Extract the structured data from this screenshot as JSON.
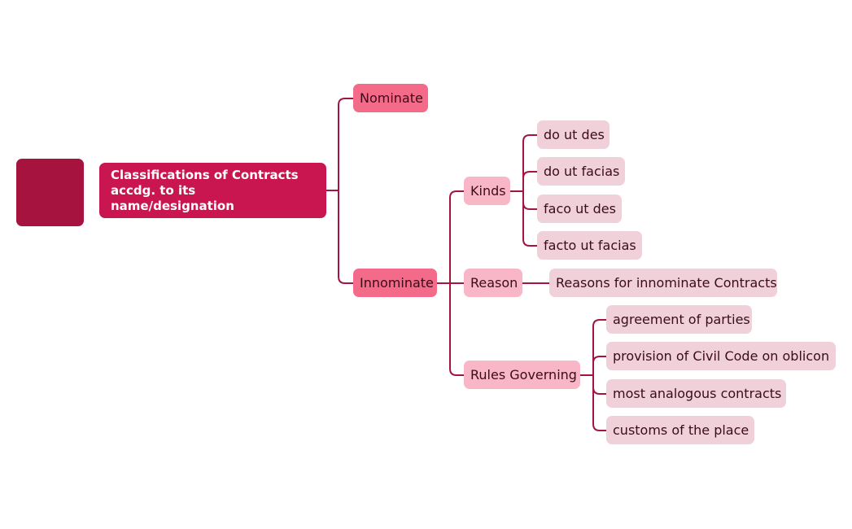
{
  "colors": {
    "connector": "#a31540",
    "root_fill": "#c91650",
    "root_text": "#ffffff",
    "level1_fill": "#f46a89",
    "level2_fill": "#f9b6c6",
    "level3_fill": "#f0d1d9",
    "decor_box": "#a5133e"
  },
  "root": {
    "line1": "Classifications of Contracts",
    "line2": "accdg. to its name/designation"
  },
  "branches": {
    "nominate": "Nominate",
    "innominate": "Innominate",
    "kinds": "Kinds",
    "reason": "Reason",
    "rules": "Rules Governing"
  },
  "kinds_items": [
    "do ut des",
    "do ut facias",
    "faco ut des",
    "facto ut facias"
  ],
  "reason_items": [
    "Reasons for innominate Contracts"
  ],
  "rules_items": [
    "agreement of parties",
    "provision of Civil Code on oblicon",
    "most analogous contracts",
    "customs of the place"
  ]
}
